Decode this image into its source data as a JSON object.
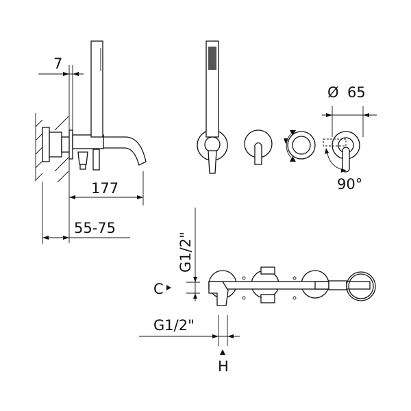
{
  "dimensions": {
    "wall_offset": "7",
    "spout_projection": "177",
    "wall_depth": "55-75",
    "plate_diameter_symbol": "Ø",
    "plate_diameter": "65",
    "handle_rotation": "90°",
    "cold_connection": "G1/2\"",
    "cold_label": "C",
    "hot_connection": "G1/2\"",
    "hot_label": "H"
  }
}
